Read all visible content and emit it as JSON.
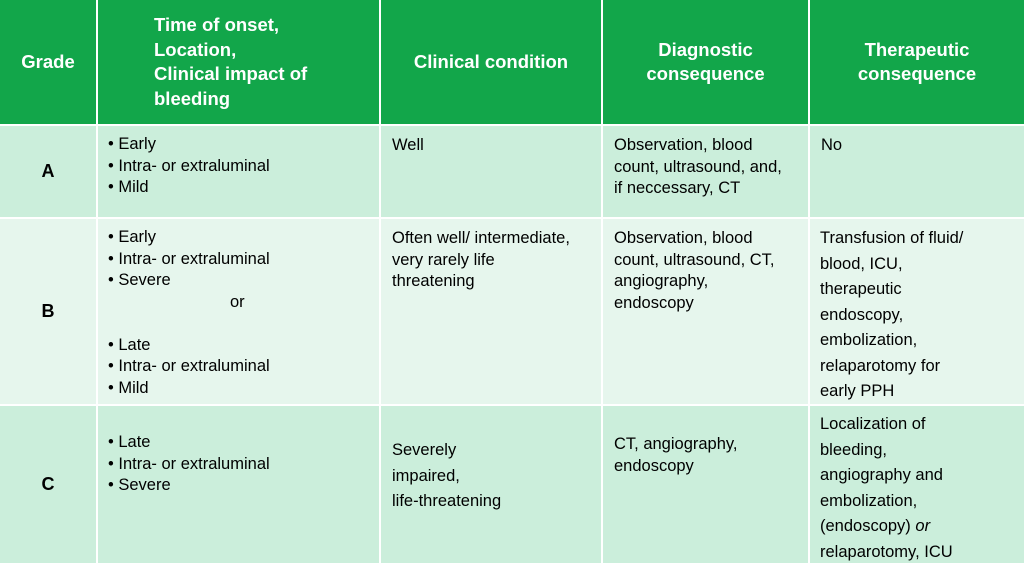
{
  "header": {
    "grade": "Grade",
    "onset_lines": [
      "Time of onset,",
      "Location,",
      "Clinical impact of",
      "bleeding"
    ],
    "clinical": "Clinical condition",
    "diagnostic_lines": [
      "Diagnostic",
      "consequence"
    ],
    "therapeutic_lines": [
      "Therapeutic",
      "consequence"
    ]
  },
  "rows": [
    {
      "grade": "A",
      "onset": [
        "• Early",
        "• Intra- or extraluminal",
        "• Mild"
      ],
      "clinical": [
        "Well"
      ],
      "diagnostic": [
        "Observation, blood",
        "count, ultrasound, and,",
        "if neccessary, CT"
      ],
      "therapeutic": [
        "No"
      ]
    },
    {
      "grade": "B",
      "onset": [
        "• Early",
        "• Intra- or extraluminal",
        "• Severe",
        "or",
        "• Late",
        "• Intra- or extraluminal",
        "• Mild"
      ],
      "clinical": [
        "Often well/ intermediate,",
        "very rarely life",
        "threatening"
      ],
      "diagnostic": [
        "Observation, blood",
        "count, ultrasound, CT,",
        "angiography,",
        "endoscopy"
      ],
      "therapeutic": [
        "Transfusion of fluid/",
        "blood, ICU,",
        "therapeutic",
        "endoscopy,",
        "embolization,",
        "relaparotomy for",
        "early PPH"
      ]
    },
    {
      "grade": "C",
      "onset": [
        "• Late",
        "• Intra- or extraluminal",
        "• Severe"
      ],
      "clinical": [
        "Severely",
        "impaired,",
        "life-threatening"
      ],
      "diagnostic": [
        "CT, angiography,",
        "endoscopy"
      ],
      "therapeutic": [
        "Localization of",
        "bleeding,",
        "angiography and",
        "embolization,",
        "(endoscopy)",
        "or",
        "relaparotomy, ICU"
      ]
    }
  ],
  "colors": {
    "header_green": "#12a64a",
    "row_dark": "#cbeedb",
    "row_light": "#e6f6ed"
  }
}
